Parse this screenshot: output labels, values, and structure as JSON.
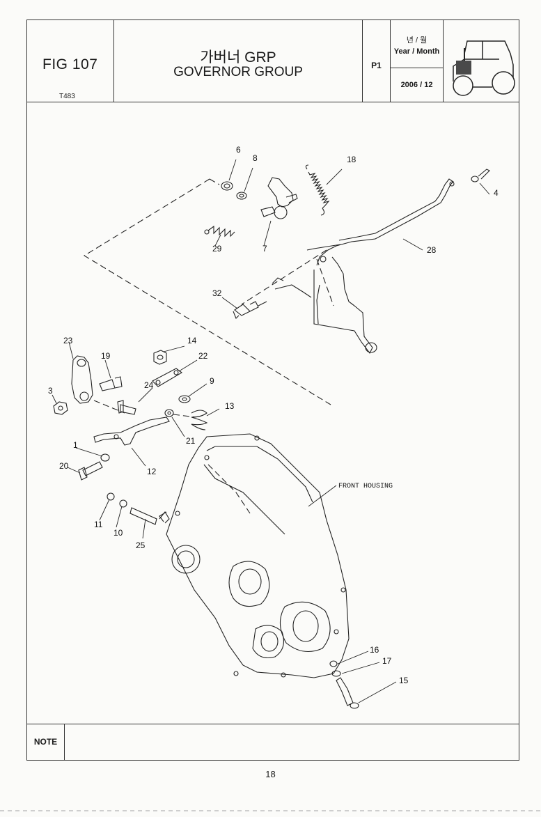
{
  "header": {
    "figure_number": "FIG 107",
    "figure_code": "T483",
    "title_korean": "가버너 GRP",
    "title_english": "GOVERNOR GROUP",
    "page_label": "P1",
    "date_label_korean": "년 / 월",
    "date_label_english": "Year / Month",
    "date_value": "2006 / 12",
    "tractor_icon": "tractor-icon"
  },
  "diagram": {
    "callouts": [
      "6",
      "8",
      "18",
      "4",
      "29",
      "7",
      "28",
      "32",
      "23",
      "19",
      "14",
      "22",
      "3",
      "24",
      "9",
      "13",
      "21",
      "1",
      "20",
      "12",
      "11",
      "10",
      "25",
      "16",
      "17",
      "15"
    ],
    "front_housing_label": "FRONT HOUSING"
  },
  "note": {
    "label": "NOTE",
    "content": ""
  },
  "page_number": "18"
}
